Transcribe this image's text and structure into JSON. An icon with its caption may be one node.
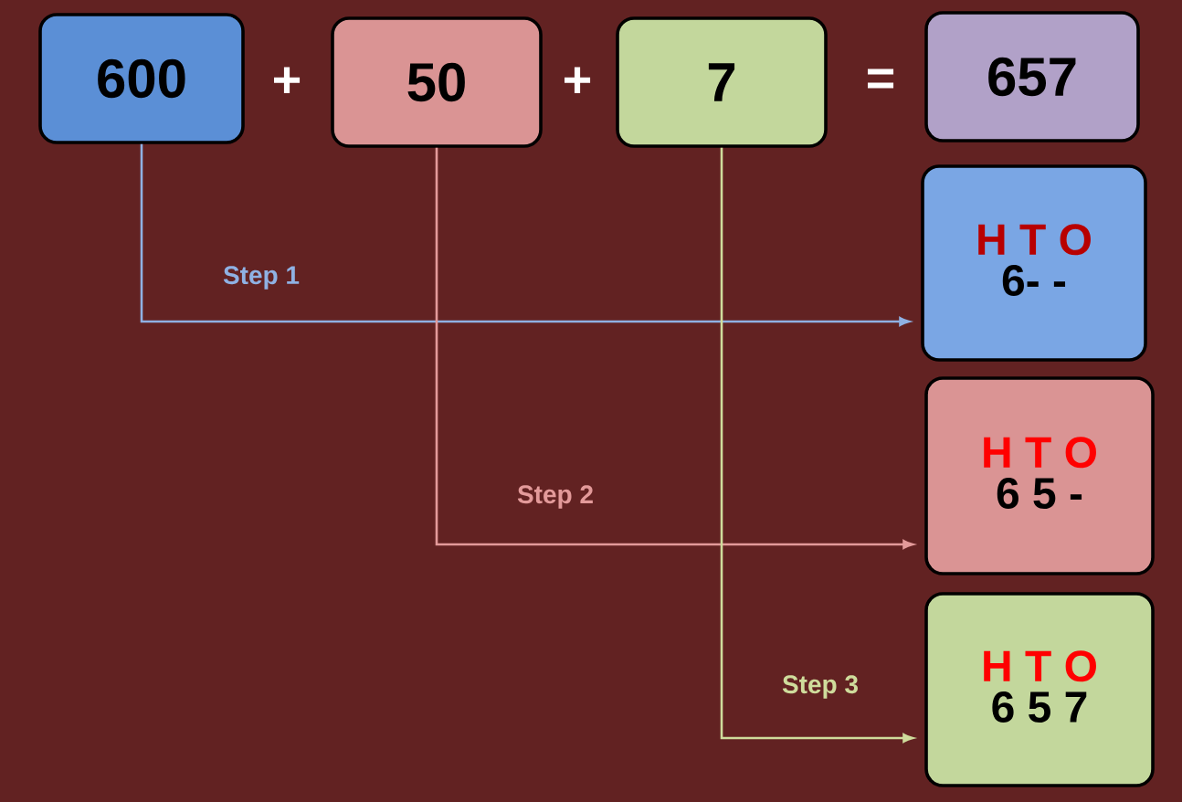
{
  "diagram": {
    "nodes": [
      {
        "text": [
          "600"
        ]
      },
      {
        "text": [
          "50"
        ]
      },
      {
        "text": [
          "7"
        ]
      },
      {
        "text": [
          "657"
        ]
      },
      {
        "text": [
          "H T O",
          "6- -"
        ]
      },
      {
        "text": [
          "H T O",
          "6 5 -"
        ]
      },
      {
        "text": [
          "H T O",
          "6 5 7"
        ]
      }
    ],
    "edges": [
      {
        "from": 0,
        "to": 4,
        "arrow": "to",
        "label": "Step 1",
        "color": "#8fb1e3"
      },
      {
        "from": 1,
        "to": 5,
        "arrow": "to",
        "label": "Step 2",
        "color": "#e39a9a"
      },
      {
        "from": 2,
        "to": 6,
        "arrow": "to",
        "label": "Step 3",
        "color": "#cfdc9c"
      }
    ],
    "labels": [
      "+",
      "+",
      "="
    ]
  }
}
